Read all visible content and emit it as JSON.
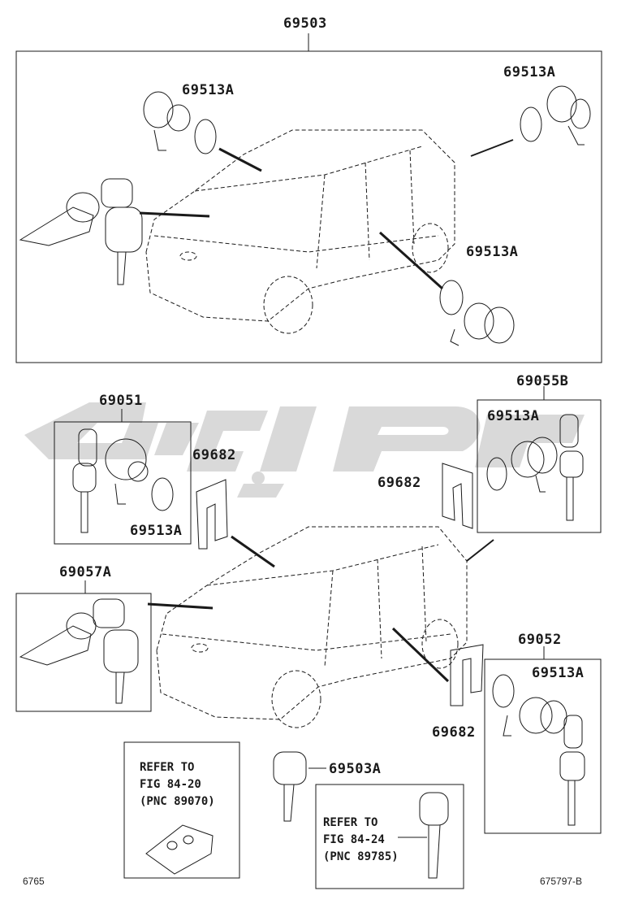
{
  "labels": {
    "top_assembly": "69503",
    "cyl_top_left": "69513A",
    "cyl_top_right": "69513A",
    "cyl_top_mid": "69513A",
    "door_set": "69051",
    "door_set_cyl": "69513A",
    "clip_left": "69682",
    "clip_right": "69682",
    "clip_bottom": "69682",
    "back_set": "69055B",
    "back_set_cyl": "69513A",
    "ign_set": "69057A",
    "lug_set": "69052",
    "lug_set_cyl": "69513A",
    "key_blank": "69503A"
  },
  "notes": {
    "remote": [
      "REFER TO",
      "FIG 84-20",
      "(PNC 89070)"
    ],
    "smart_key": [
      "REFER TO",
      "FIG 84-24",
      "(PNC 89785)"
    ]
  },
  "footer": {
    "left": "6765",
    "right": "675797-B"
  },
  "watermark": {
    "color": "#d9d9d9"
  }
}
